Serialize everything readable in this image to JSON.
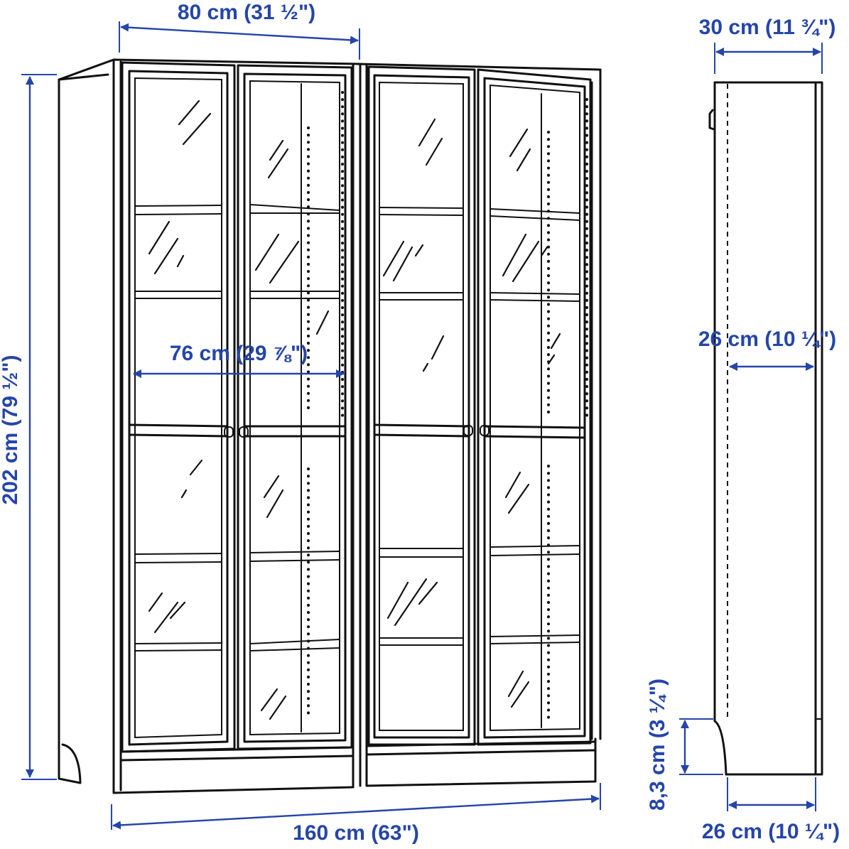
{
  "colors": {
    "dimension": "#2545a8",
    "outline": "#111111",
    "background": "#ffffff"
  },
  "dimensions": {
    "top_width": "80 cm (31 ½\")",
    "total_height": "202 cm (79 ½\")",
    "inner_width": "76 cm (29 ⅞\")",
    "total_width": "160 cm (63\")",
    "side_depth_top": "30 cm (11 ¾\")",
    "side_depth_inner": "26 cm (10 ¼\")",
    "plinth_height": "8,3 cm (3 ¼\")",
    "side_depth_bottom": "26 cm (10 ¼\")"
  }
}
